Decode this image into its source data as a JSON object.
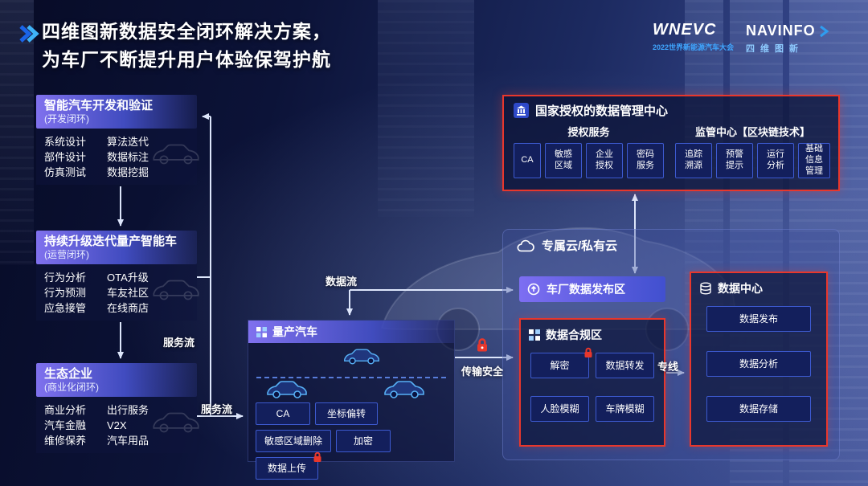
{
  "title": {
    "line1": "四维图新数据安全闭环解决方案，",
    "line2": "为车厂不断提升用户体验保驾护航"
  },
  "logos": {
    "wnevc_title": "WNEVC",
    "wnevc_sub": "2022世界新能源汽车大会",
    "navinfo_title": "NAVINFO",
    "navinfo_sub": "四维图新"
  },
  "left_boxes": [
    {
      "title": "智能汽车开发和验证",
      "subtitle": "(开发闭环)",
      "rows": [
        {
          "c1": "系统设计",
          "c2": "算法迭代"
        },
        {
          "c1": "部件设计",
          "c2": "数据标注"
        },
        {
          "c1": "仿真测试",
          "c2": "数据挖掘"
        }
      ]
    },
    {
      "title": "持续升级迭代量产智能车",
      "subtitle": "(运营闭环)",
      "rows": [
        {
          "c1": "行为分析",
          "c2": "OTA升级"
        },
        {
          "c1": "行为预测",
          "c2": "车友社区"
        },
        {
          "c1": "应急接管",
          "c2": "在线商店"
        }
      ]
    },
    {
      "title": "生态企业",
      "subtitle": "(商业化闭环)",
      "rows": [
        {
          "c1": "商业分析",
          "c2": "出行服务"
        },
        {
          "c1": "汽车金融",
          "c2": "V2X"
        },
        {
          "c1": "维修保养",
          "c2": "汽车用品"
        }
      ]
    }
  ],
  "production_car": {
    "title": "量产汽车",
    "buttons": [
      "CA",
      "坐标偏转",
      "敏感区域删除",
      "加密",
      "数据上传"
    ]
  },
  "authority_center": {
    "title": "国家授权的数据管理中心",
    "auth_group": {
      "label": "授权服务",
      "buttons": [
        "CA",
        "敏感\n区域",
        "企业\n授权",
        "密码\n服务"
      ]
    },
    "supervise_group": {
      "label": "监管中心【区块链技术】",
      "buttons": [
        "追踪\n溯源",
        "预警\n提示",
        "运行\n分析",
        "基础\n信息\n管理"
      ]
    }
  },
  "cloud": {
    "title": "专属云/私有云"
  },
  "publish_zone": {
    "title": "车厂数据发布区"
  },
  "compliance_zone": {
    "title": "数据合规区",
    "buttons": [
      "解密",
      "数据转发",
      "人脸模糊",
      "车牌模糊"
    ]
  },
  "data_center": {
    "title": "数据中心",
    "buttons": [
      "数据发布",
      "数据分析",
      "数据存储"
    ]
  },
  "flow_labels": {
    "data_flow": "数据流",
    "service_flow_top": "服务流",
    "service_flow_bottom": "服务流",
    "transport_security": "传输安全",
    "dedicated_line": "专线"
  },
  "colors": {
    "accent_red": "#e8372c",
    "accent_blue": "#2f9df0",
    "header_purple": "#8676f8",
    "panel_navy": "#131f5c"
  }
}
